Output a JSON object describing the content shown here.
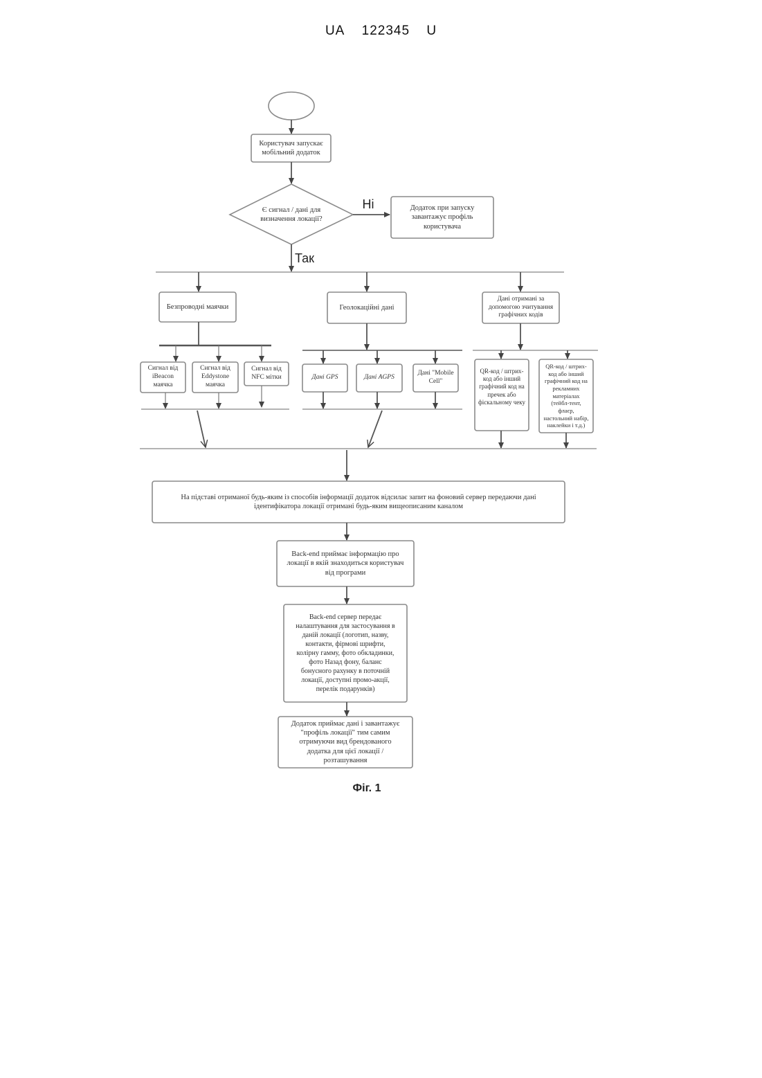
{
  "header": {
    "country": "UA",
    "number": "122345",
    "kind": "U"
  },
  "labels": {
    "no": "Ні",
    "yes": "Так"
  },
  "nodes": {
    "user_launch": "Користувач запускає\nмобільний додаток",
    "decision": "Є сигнал / дані для\nвизначення локації?",
    "loads_profile": "Додаток при запуску\nзавантажує профіль\nкористувача",
    "beacons": "Безпроводні маячки",
    "geo": "Геолокаційні дані",
    "codes": "Дані отримані за\nдопомогою зчитування\nграфічних кодів",
    "ibeacon": "Сигнал від\niBeacon\nмаячка",
    "eddystone": "Сигнал від\nEddystone\nмаячка",
    "nfc": "Сигнал від\nNFC мітки",
    "gps": "Дані GPS",
    "agps": "Дані AGPS",
    "mobile_cell": "Дані \"Mobile\nCell\"",
    "qr_check": "QR-код / штрих-\nкод або інший\nграфічний код на\nпречек або\nфіскальному чеку",
    "qr_promo": "QR-код / штрих-\nкод або інший\nграфічний код на\nрекламних\nматеріалах\n(тейбл-тент,\nфлаєр,\nнастольний набір,\nнаклейки і т.д.)",
    "request": "На підставі отриманої будь-яким із способів інформації додаток відсилає запит на фоновий сервер передаючи дані\nідентифікатора локації отримані будь-яким вищеописаним каналом",
    "backend_receive": "Back-end приймає інформацію про\nлокації в якій знаходиться користувач\nвід програми",
    "backend_send": "Back-end сервер передає\nналаштування для застосування в\nданій локації (логотип, назву,\nконтакти, фірмові шрифти,\nколірну гамму, фото обкладинки,\nфото Назад фону, баланс\nбонусного рахунку в поточній\nлокації, доступні промо-акції,\nперелік подарунків)",
    "app_receive": "Додаток приймає дані і завантажує\n\"профіль локації\" тим самим\nотримуючи вид брендованого\nдодатка для цієї локації /\nрозташування"
  },
  "caption": "Фіг. 1"
}
